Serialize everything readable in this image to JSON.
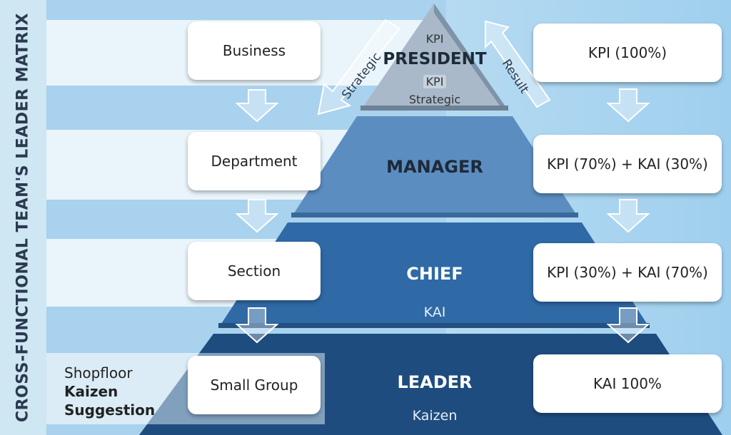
{
  "title": "CROSS-FUNCTIONAL TEAM'S LEADER MATRIX",
  "left_boxes": [
    "Business",
    "Department",
    "Section",
    "Small Group"
  ],
  "right_boxes": [
    "KPI (100%)",
    "KPI (70%) + KAI (30%)",
    "KPI (30%) + KAI (70%)",
    "KAI 100%"
  ],
  "tiers": {
    "president": "PRESIDENT",
    "manager": "MANAGER",
    "chief": "CHIEF",
    "leader": "LEADER"
  },
  "president_labels": {
    "top": "KPI",
    "middle": "KPI",
    "bottom": "Strategic"
  },
  "chief_sub": "KAI",
  "leader_sub": "Kaizen",
  "arrows": {
    "strategic": "Strategic",
    "result": "Result"
  },
  "shopfloor": {
    "line1": "Shopfloor",
    "line2": "Kaizen",
    "line3": "Suggestion"
  },
  "colors": {
    "president": "#a9b9c9",
    "manager": "#5b8dc0",
    "chief": "#2f69a6",
    "leader": "#1f4c7e"
  }
}
